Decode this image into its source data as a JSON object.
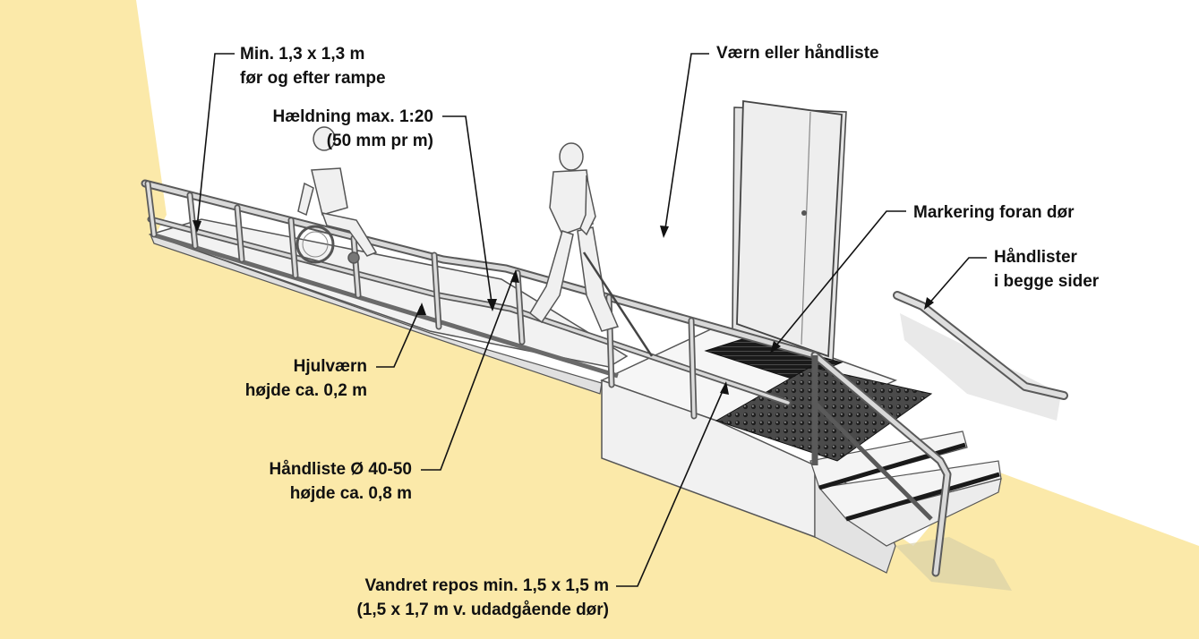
{
  "colors": {
    "ground": "#fbe9a9",
    "wall": "#ffffff",
    "ramp": "#f4f4f4",
    "rail": "#cfcfcf",
    "tactile": "#3a3a3a",
    "text": "#111111"
  },
  "labels": {
    "landing_size": {
      "line1": "Min. 1,3 x 1,3 m",
      "line2": "før og efter rampe"
    },
    "slope": {
      "line1": "Hældning max. 1:20",
      "line2": "(50 mm pr m)"
    },
    "guard": {
      "line1": "Værn eller håndliste"
    },
    "door_marking": {
      "line1": "Markering foran dør"
    },
    "handrails_both": {
      "line1": "Håndlister",
      "line2": "i begge sider"
    },
    "wheel_guard": {
      "line1": "Hjulværn",
      "line2": "højde ca. 0,2 m"
    },
    "handrail_dim": {
      "line1": "Håndliste Ø 40-50",
      "line2": "højde ca. 0,8 m"
    },
    "level_landing": {
      "line1": "Vandret repos min. 1,5 x 1,5 m",
      "line2": "(1,5 x 1,7 m v. udadgående dør)"
    }
  }
}
